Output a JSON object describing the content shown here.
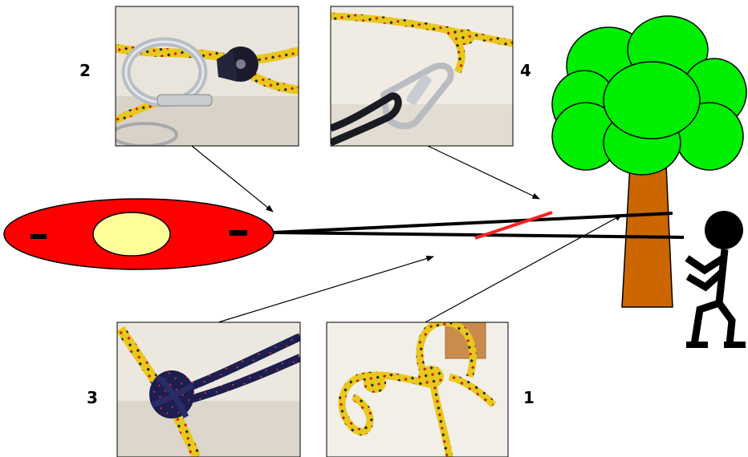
{
  "labels": {
    "photo_2": "2",
    "photo_4": "4",
    "photo_3": "3",
    "photo_1": "1"
  },
  "colors": {
    "boat": "#ff0000",
    "boat_hatch": "#ffff99",
    "tree_foliage": "#00ee00",
    "tree_trunk": "#cc6600",
    "rope": "#000000",
    "knot_marker": "#ff2222",
    "rope_yellow": "#e8c81c",
    "rope_red": "#c81e14",
    "rope_navy": "#1c1e50"
  },
  "icons": {
    "photo_2": "carabiner-pulley-photo",
    "photo_4": "carabiner-knot-photo",
    "photo_3": "rope-knot-photo",
    "photo_1": "figure-eight-loop-photo"
  }
}
